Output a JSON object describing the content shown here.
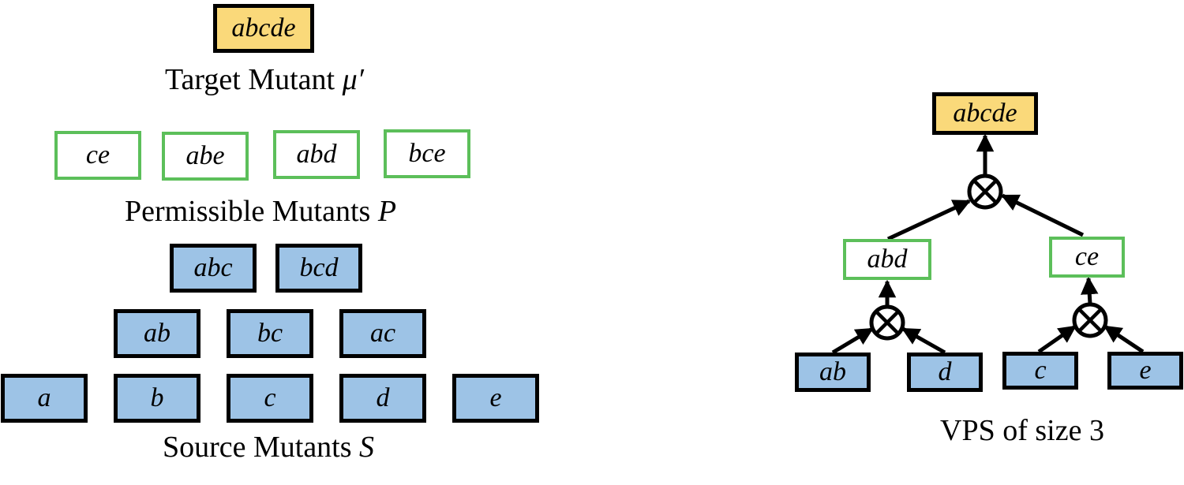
{
  "left": {
    "target": {
      "label": "abcde",
      "caption_text": "Target Mutant ",
      "caption_symbol": "μ′"
    },
    "permissible": {
      "labels": [
        "ce",
        "abe",
        "abd",
        "bce"
      ],
      "caption_text": "Permissible Mutants ",
      "caption_symbol": "P"
    },
    "source": {
      "row1": [
        "abc",
        "bcd"
      ],
      "row2": [
        "ab",
        "bc",
        "ac"
      ],
      "row3": [
        "a",
        "b",
        "c",
        "d",
        "e"
      ],
      "caption_text": "Source Mutants ",
      "caption_symbol": "S"
    }
  },
  "right": {
    "root": "abcde",
    "mid_left": "abd",
    "mid_right": "ce",
    "leaves": [
      "ab",
      "d",
      "c",
      "e"
    ],
    "caption": "VPS of size 3",
    "operator_icon": "circled-times-icon"
  },
  "colors": {
    "target_fill": "#fad97a",
    "permissible_border": "#5cbf5a",
    "source_fill": "#9dc3e6"
  }
}
